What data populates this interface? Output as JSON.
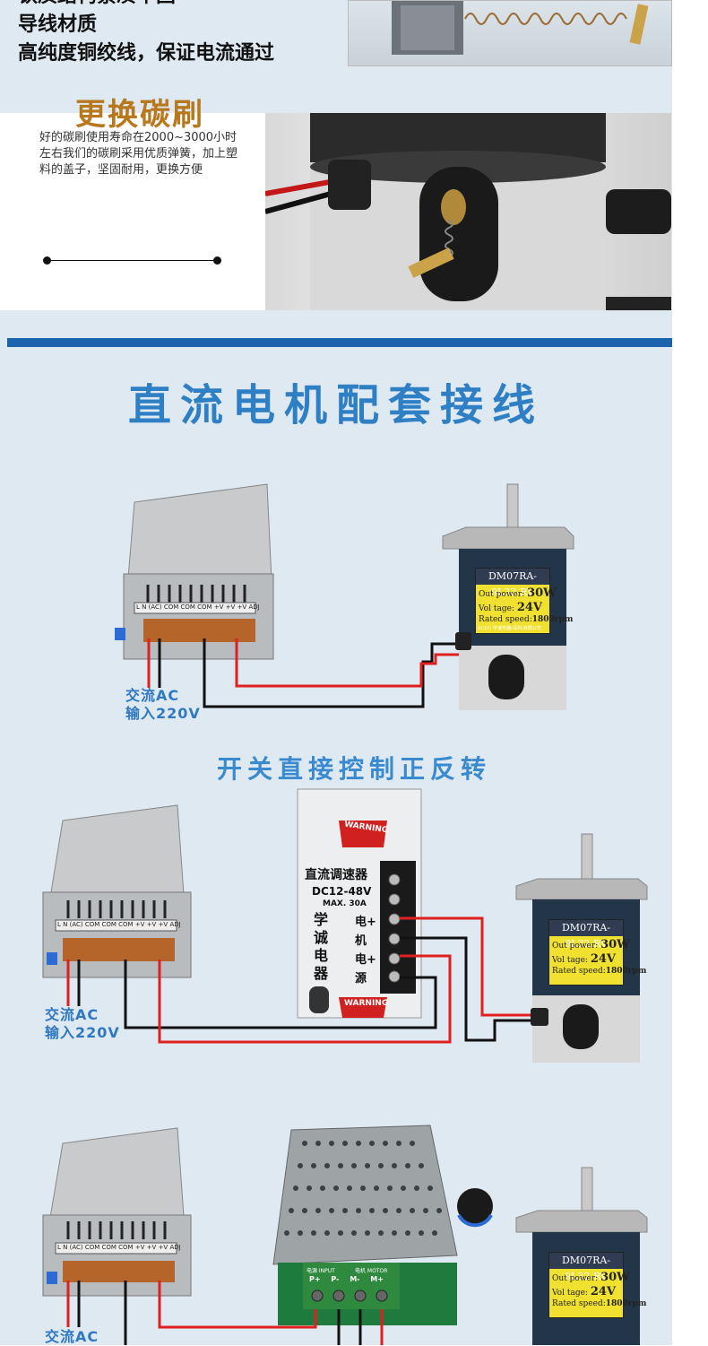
{
  "materials": {
    "line1": "铁质结构紧凑牢固",
    "line2": "导线材质",
    "line3": "高纯度铜绞线，保证电流通过"
  },
  "brush": {
    "title": "更换碳刷",
    "description": "好的碳刷使用寿命在2000~3000小时左右我们的碳刷采用优质弹簧，加上塑料的盖子，坚固耐用，更换方便"
  },
  "wiring": {
    "title": "直流电机配套接线",
    "switch_title": "开关直接控制正反转",
    "ac_input_line1": "交流AC",
    "ac_input_line2": "输入220V"
  },
  "psu": {
    "terminals": "L N (AC) COM COM COM +V +V +V ADJ"
  },
  "motor": {
    "model": "DM07RA-9L32-RV",
    "out_power_label": "Out power:",
    "out_power_value": "30W",
    "voltage_label": "Vol tage:",
    "voltage_value": "24V",
    "speed_label": "Rated speed:",
    "speed_value": "1800rpm",
    "maker": "XCDU 学诚电器(深圳)有限公司"
  },
  "controller": {
    "warning": "WARNING",
    "title": "直流调速器",
    "range": "DC12-48V",
    "max": "MAX. 30A",
    "brand": [
      "学",
      "诚",
      "电",
      "器"
    ],
    "term_motor_plus": "电+",
    "term_motor": "机",
    "term_power_plus": "电+",
    "term_power": "源"
  },
  "pwm": {
    "input_label": "电源 INPUT",
    "motor_label": "电机 MOTOR",
    "terminals": [
      "P+",
      "P-",
      "M-",
      "M+"
    ]
  },
  "colors": {
    "accent_blue": "#1b63ad",
    "title_blue": "#2f7fc4",
    "brush_gold": "#b8781e",
    "wire_red": "#e02020",
    "wire_black": "#111111"
  }
}
